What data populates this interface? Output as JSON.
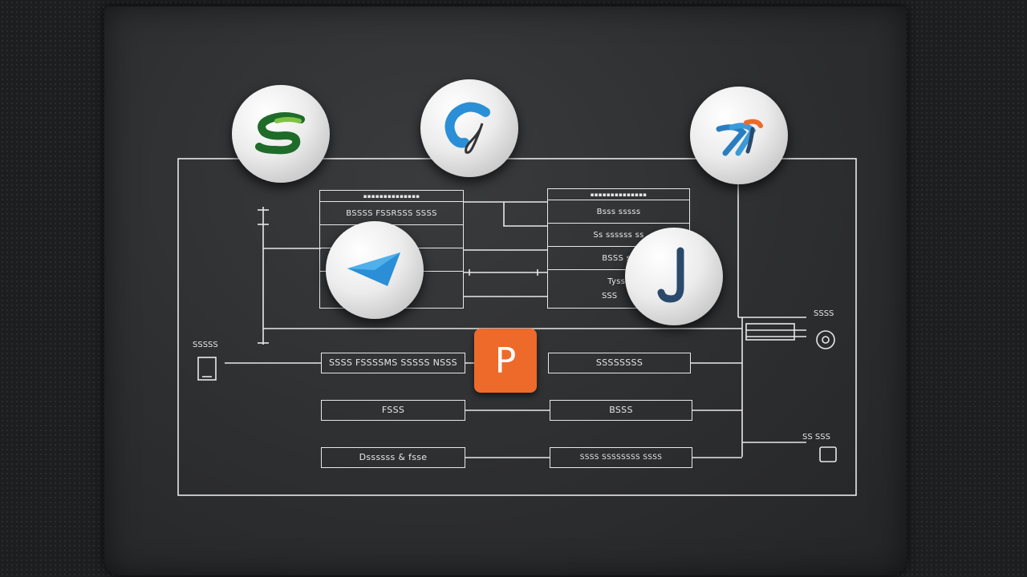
{
  "diagram": {
    "left_table": {
      "rows": [
        "▪▪▪▪▪▪▪▪▪▪▪▪▪▪",
        "BSSSS FSSRSSS SSSS",
        "",
        "",
        "",
        ""
      ]
    },
    "right_table": {
      "rows": [
        "▪▪▪▪▪▪▪▪▪▪▪▪▪▪",
        "Bsss sssss",
        "Ss ssssss ss",
        "BSSS ss",
        "Tysss",
        "SSS"
      ]
    },
    "left_boxes": [
      "SSSS FSSSSMS SSSSS NSSS",
      "FSSS",
      "Dssssss & fsse"
    ],
    "right_boxes": [
      "SSSSSSSS",
      "BSSS",
      "SSSS SSSSSSSS SSSS"
    ],
    "labels": {
      "left_device": "SSSSS",
      "right_top": "SSSS",
      "right_bottom": "SS SSS"
    },
    "p_badge": "P",
    "logo_j": "J"
  },
  "colors": {
    "line": "#e8e8e8",
    "orange": "#ee6a2a",
    "green_dark": "#1f6b2a",
    "green_light": "#7fc241",
    "blue": "#2a8fd6",
    "navy": "#2a4a6b"
  }
}
